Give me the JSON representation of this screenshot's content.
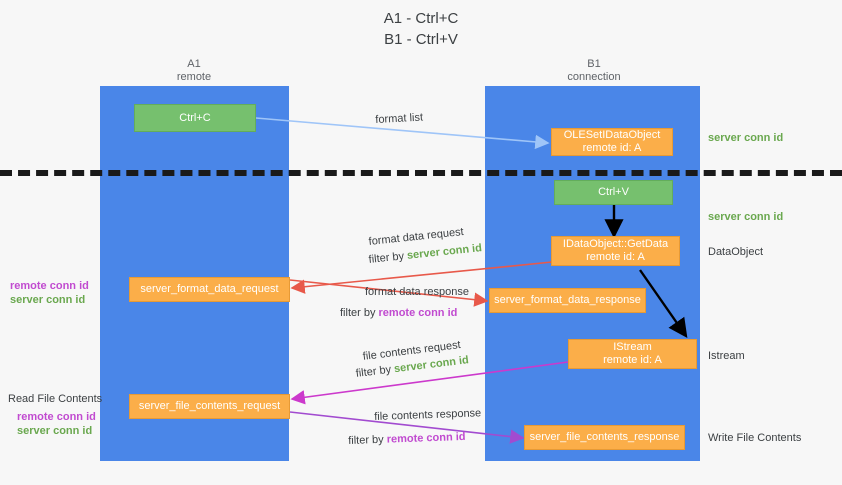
{
  "title": {
    "line1": "A1 - Ctrl+C",
    "line2": "B1 - Ctrl+V"
  },
  "columns": [
    {
      "name": "A1",
      "sub": "remote"
    },
    {
      "name": "B1",
      "sub": "connection"
    }
  ],
  "boxes": {
    "ctrl_c": "Ctrl+C",
    "ctrl_v": "Ctrl+V",
    "set_idataobject": {
      "line1": "OLESetIDataObject",
      "line2": "remote id: A"
    },
    "getdata": {
      "line1": "IDataObject::GetData",
      "line2": "remote id: A"
    },
    "istream": {
      "line1": "IStream",
      "line2": "remote id: A"
    },
    "format_data_request": "server_format_data_request",
    "format_data_response": "server_format_data_response",
    "file_contents_request": "server_file_contents_request",
    "file_contents_response": "server_file_contents_response"
  },
  "right_labels": {
    "server_conn_id_top": "server conn id",
    "server_conn_id_mid": "server conn id",
    "dataobject": "DataObject",
    "istream": "Istream",
    "write_file_contents": "Write File Contents"
  },
  "left_labels": {
    "remote_conn_id_1": "remote conn id",
    "server_conn_id_1": "server conn id",
    "read_file_contents": "Read File Contents",
    "remote_conn_id_2": "remote conn id",
    "server_conn_id_2": "server conn id"
  },
  "mid_labels": {
    "format_list": "format list",
    "format_data_request": "format data request",
    "format_data_request_filter_prefix": "filter by ",
    "format_data_request_filter_value": "server conn id",
    "format_data_response": "format data response",
    "format_data_response_filter_prefix": "filter by ",
    "format_data_response_filter_value": "remote conn id",
    "file_contents_request": "file contents request",
    "file_contents_request_filter_prefix": "filter by ",
    "file_contents_request_filter_value": "server conn id",
    "file_contents_response": "file contents response",
    "file_contents_response_filter_prefix": "filter by ",
    "file_contents_response_filter_value": "remote conn id"
  },
  "colors": {
    "lane": "#4a86e8",
    "green_box": "#76c06e",
    "orange_box": "#fbae49",
    "green_text": "#6aa84f",
    "magenta_text": "#c14bd0",
    "arrow_light_blue": "#9fc5f8",
    "arrow_red": "#e8594a",
    "arrow_magenta": "#cc39cc",
    "arrow_purple": "#a24bd0",
    "arrow_black": "#000000",
    "background": "#f7f7f7"
  }
}
